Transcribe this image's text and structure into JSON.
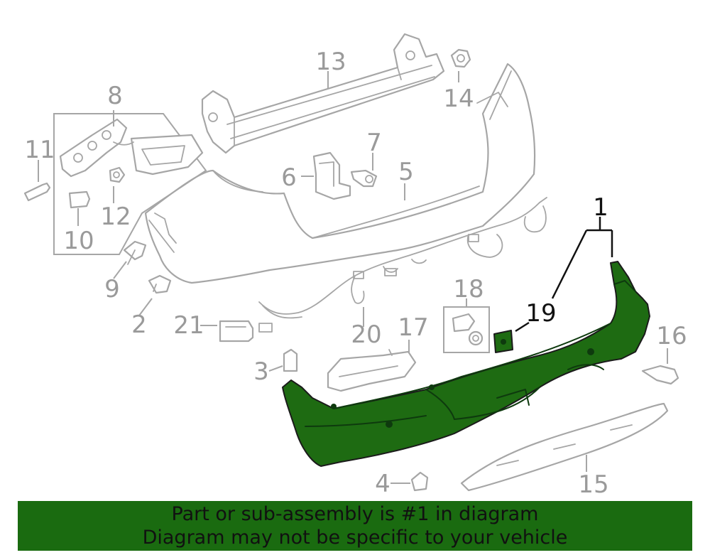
{
  "colors": {
    "highlight": "#1e6b12",
    "banner": "#1a6b10",
    "line_art": "#a6a6a6",
    "label_gray": "#9a9a9a",
    "label_dark": "#111111"
  },
  "callouts": {
    "c1": "1",
    "c2": "2",
    "c3": "3",
    "c4": "4",
    "c5": "5",
    "c6": "6",
    "c7": "7",
    "c8": "8",
    "c9": "9",
    "c10": "10",
    "c11": "11",
    "c12": "12",
    "c13": "13",
    "c14": "14",
    "c15": "15",
    "c16": "16",
    "c17": "17",
    "c18": "18",
    "c19": "19",
    "c20": "20",
    "c21": "21"
  },
  "banner": {
    "line1": "Part or sub-assembly is #1 in diagram",
    "line2": "Diagram may not be specific to your vehicle"
  }
}
